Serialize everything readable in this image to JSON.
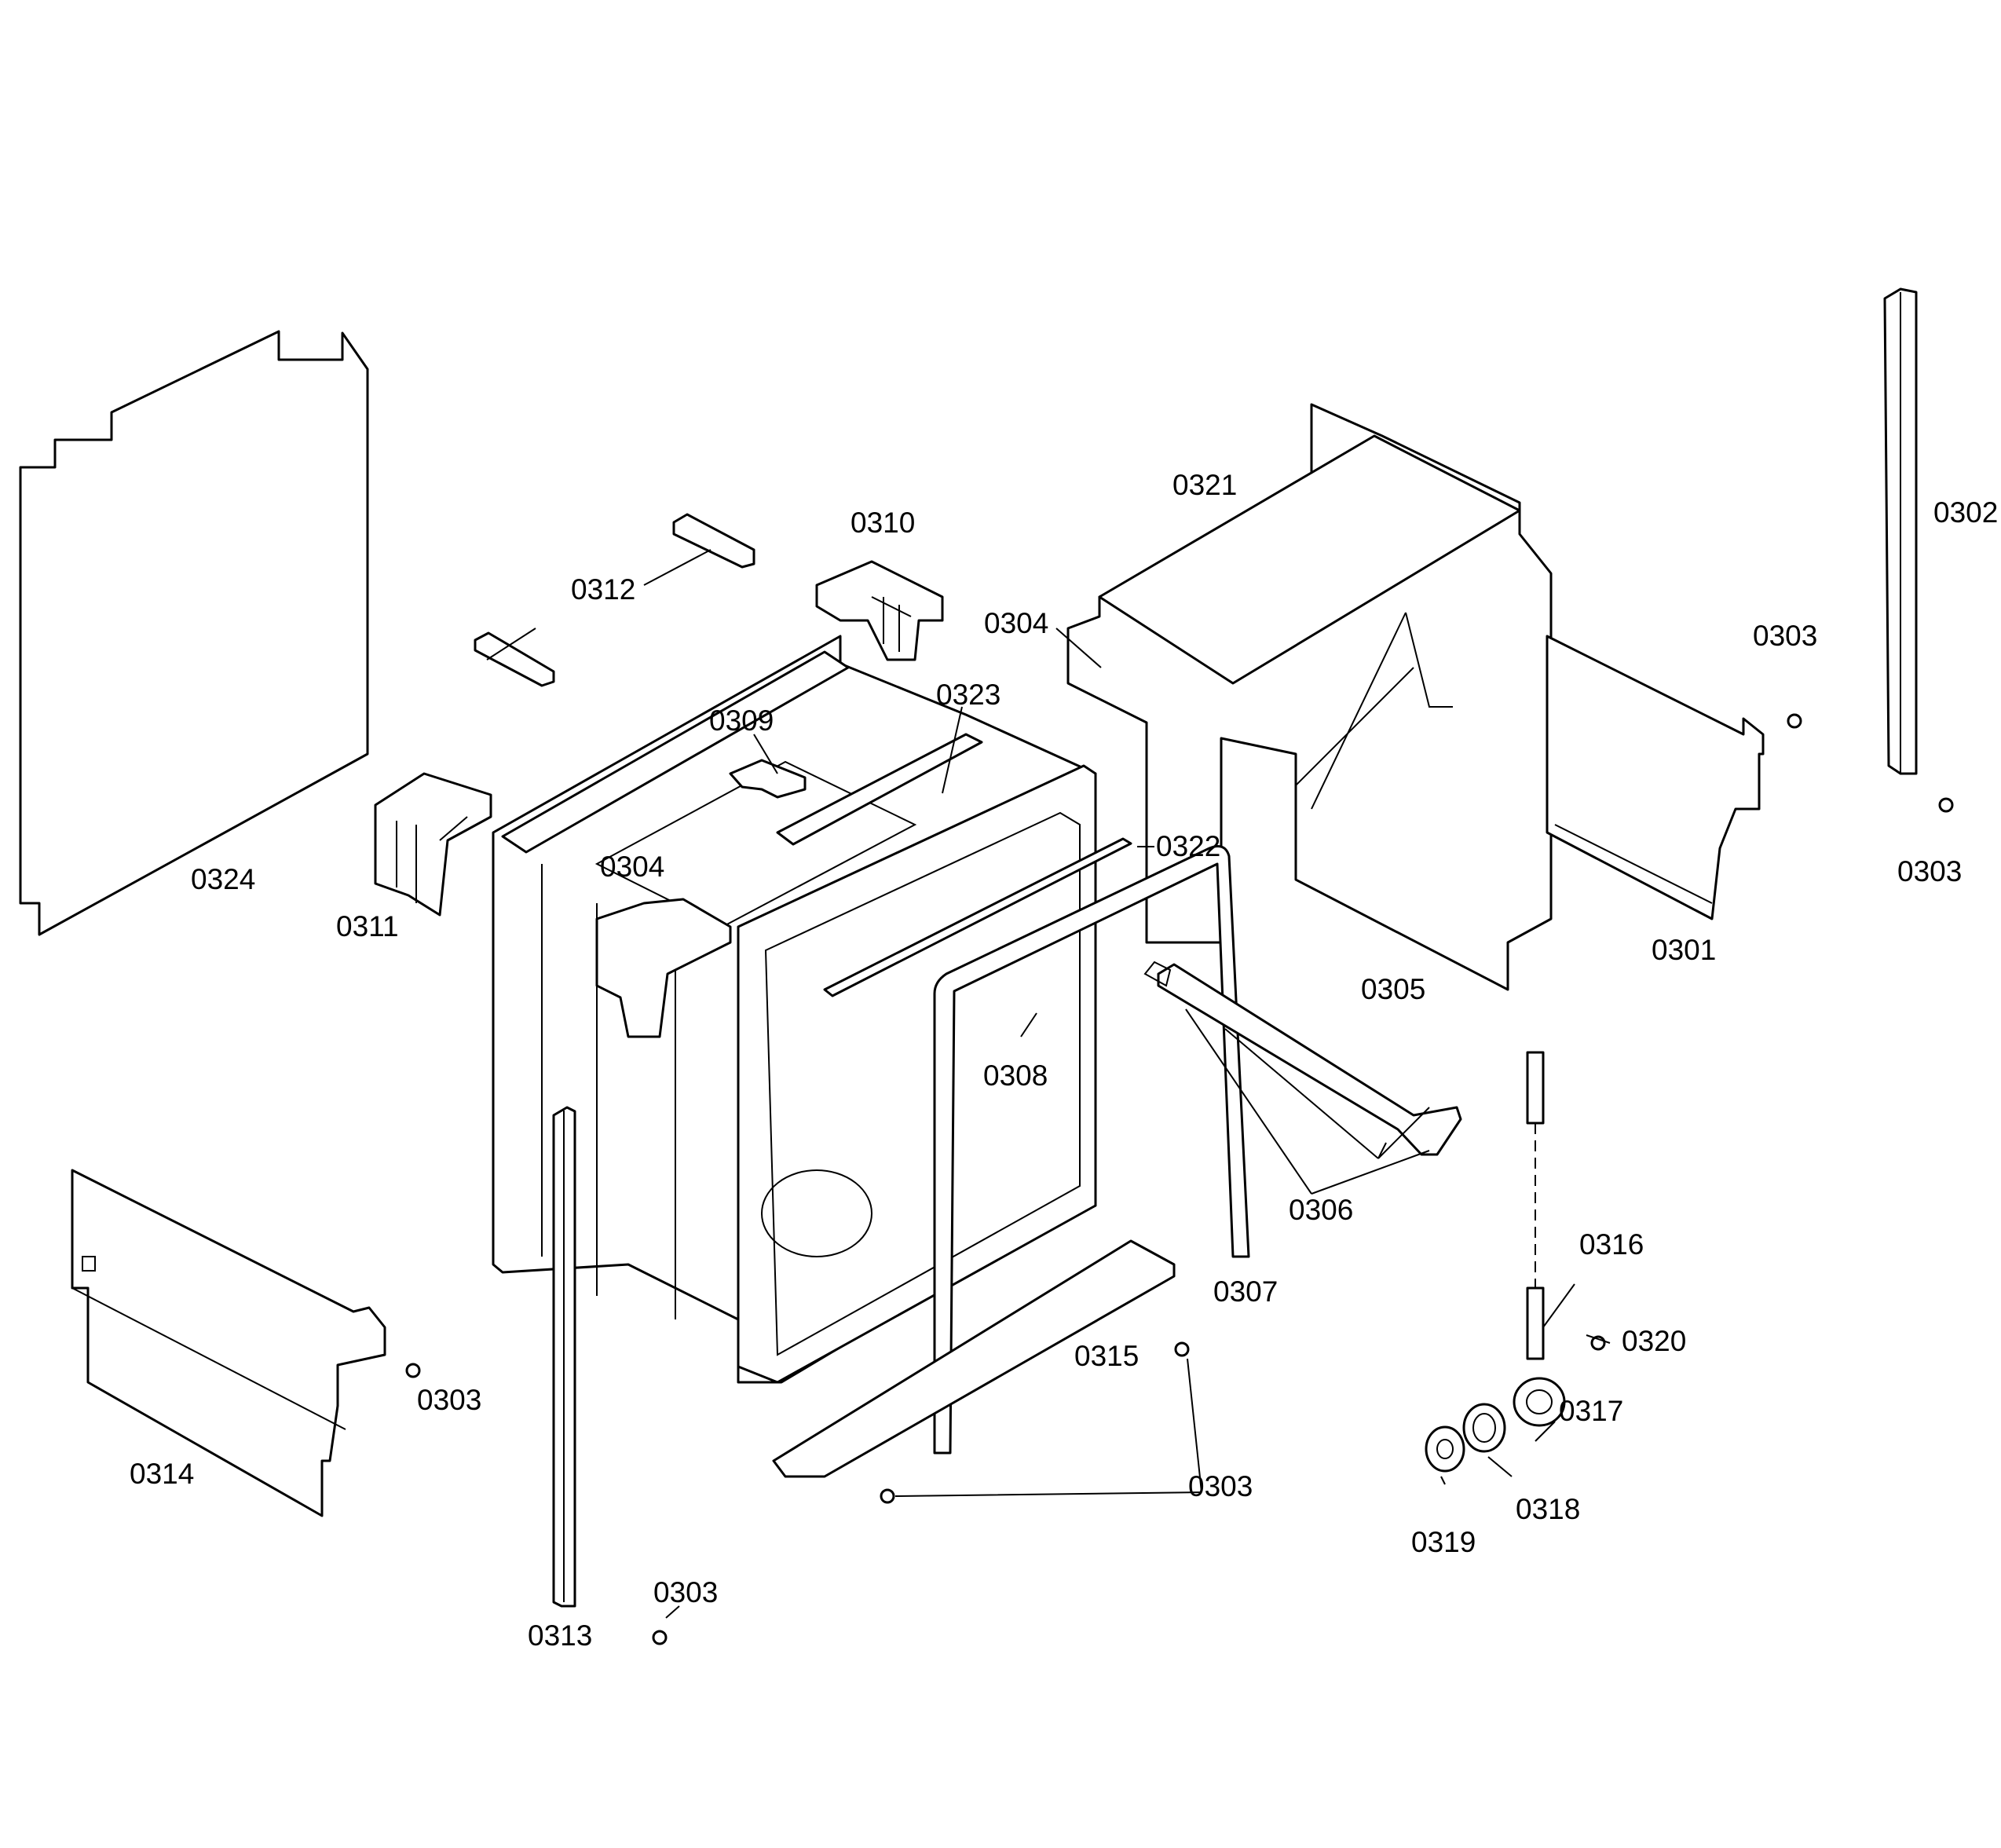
{
  "callouts": {
    "c0302": "0302",
    "c0321": "0321",
    "c0310": "0310",
    "c0312": "0312",
    "c0304_top": "0304",
    "c0303_r1": "0303",
    "c0323": "0323",
    "c0309": "0309",
    "c0324": "0324",
    "c0311": "0311",
    "c0304_mid": "0304",
    "c0322": "0322",
    "c0303_r2": "0303",
    "c0301": "0301",
    "c0305": "0305",
    "c0308": "0308",
    "c0306": "0306",
    "c0316": "0316",
    "c0307": "0307",
    "c0320": "0320",
    "c0315": "0315",
    "c0303_left": "0303",
    "c0317": "0317",
    "c0314": "0314",
    "c0303_bottom": "0303",
    "c0318": "0318",
    "c0319": "0319",
    "c0303_screw": "0303",
    "c0313": "0313"
  }
}
